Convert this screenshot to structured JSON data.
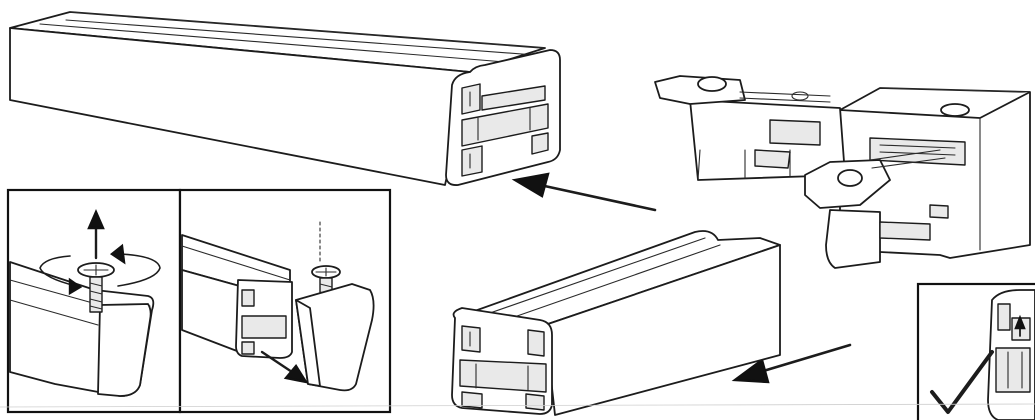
{
  "figure": {
    "panels": [
      {
        "name": "screw-removal-inset"
      },
      {
        "name": "end-cap-slide-off-inset"
      },
      {
        "name": "checkmark-inset"
      }
    ]
  }
}
